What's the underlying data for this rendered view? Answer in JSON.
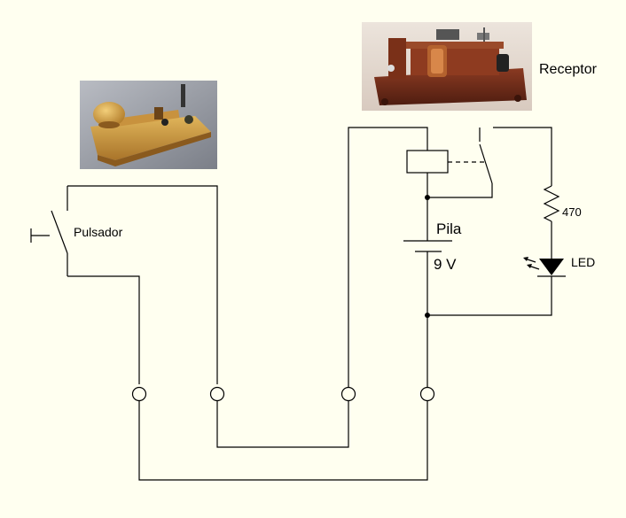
{
  "labels": {
    "receptor": "Receptor",
    "pulsador": "Pulsador",
    "pila": "Pila",
    "voltage": "9 V",
    "resistor": "470",
    "led": "LED"
  },
  "photos": {
    "key": "telegraph-key-photo",
    "receiver": "telegraph-receiver-photo"
  }
}
